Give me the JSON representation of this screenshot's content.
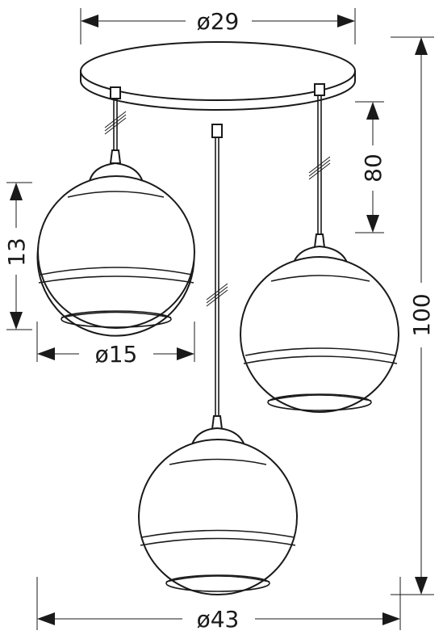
{
  "dimensions": {
    "canopy_diameter": "ø29",
    "total_diameter": "ø43",
    "shade_diameter": "ø15",
    "shade_height": "13",
    "cable_length": "80",
    "total_height": "100"
  },
  "colors": {
    "line": "#1a1a1a",
    "background": "#ffffff"
  }
}
